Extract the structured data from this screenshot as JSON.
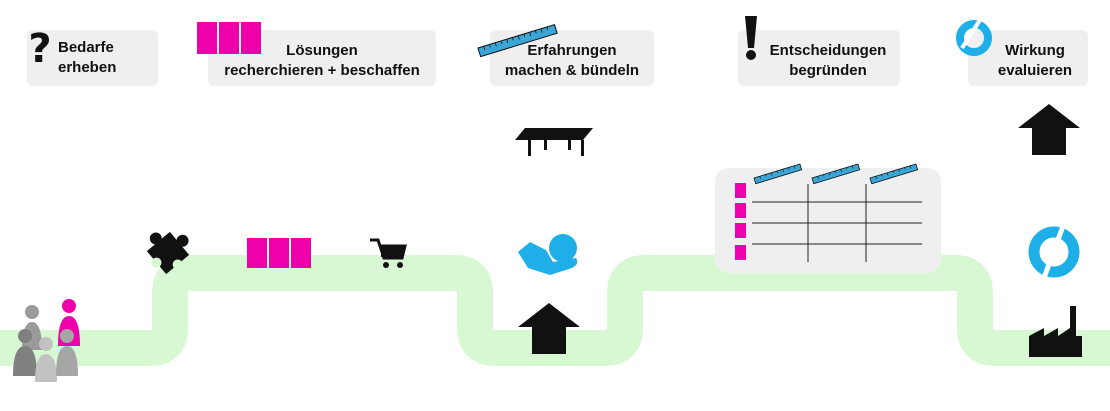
{
  "steps": [
    {
      "id": "needs",
      "line1": "Bedarfe",
      "line2": "erheben",
      "icon": "question-mark-icon"
    },
    {
      "id": "solutions",
      "line1": "Lösungen",
      "line2": "recherchieren + beschaffen",
      "icon": "three-magenta-blocks-icon"
    },
    {
      "id": "experience",
      "line1": "Erfahrungen",
      "line2": "machen & bündeln",
      "icon": "ruler-icon"
    },
    {
      "id": "decisions",
      "line1": "Entscheidungen",
      "line2": "begründen",
      "icon": "exclamation-mark-icon"
    },
    {
      "id": "impact",
      "line1": "Wirkung",
      "line2": "evaluieren",
      "icon": "cycle-ring-icon"
    }
  ],
  "colors": {
    "path": "#d8f8d4",
    "accent": "#ee00aa",
    "ruler": "#3aa6d6",
    "ring": "#1eaee8",
    "box": "#efefef"
  }
}
